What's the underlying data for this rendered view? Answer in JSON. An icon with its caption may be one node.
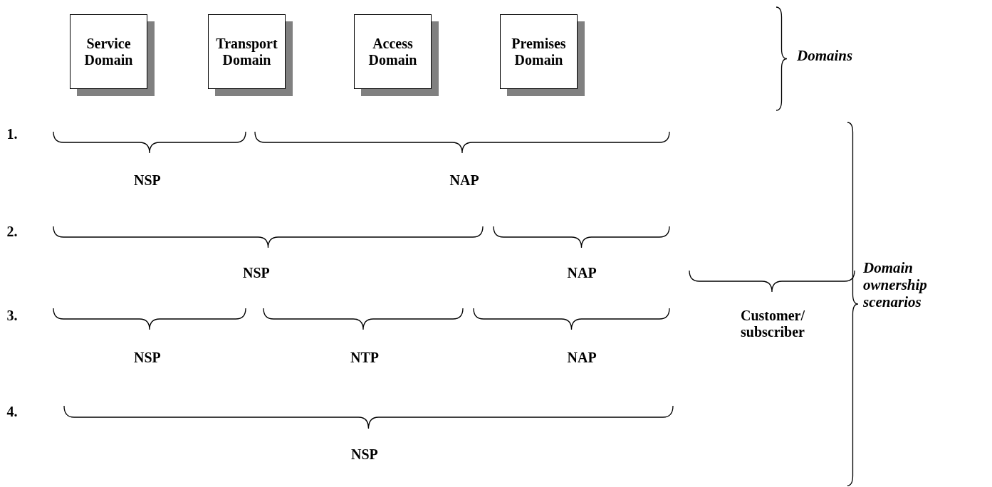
{
  "diagram": {
    "nodes": [
      {
        "text": [
          "Service Domain"
        ]
      },
      {
        "text": [
          "Transport Domain"
        ]
      },
      {
        "text": [
          "Access Domain"
        ]
      },
      {
        "text": [
          "Premises Domain"
        ]
      }
    ],
    "labels": [
      "Domains",
      "1.",
      "NSP",
      "NAP",
      "2.",
      "NSP",
      "NAP",
      "Domain ownership scenarios",
      "Customer/ subscriber",
      "3.",
      "NSP",
      "NTP",
      "NAP",
      "4.",
      "NSP"
    ]
  }
}
